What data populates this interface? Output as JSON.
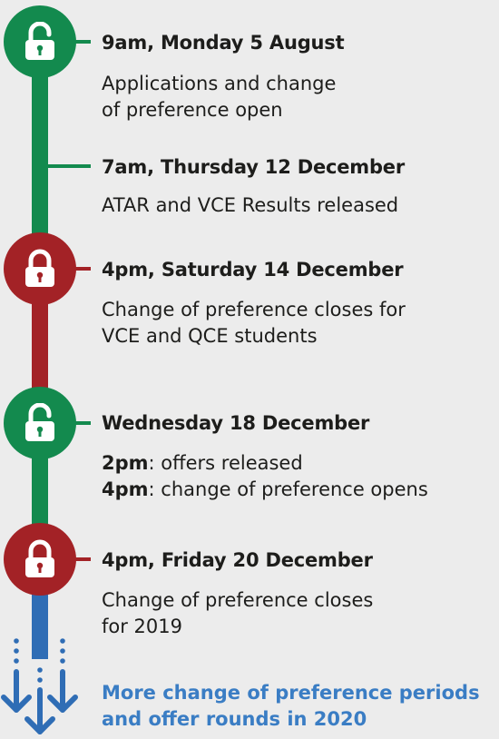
{
  "colors": {
    "background": "#ececec",
    "green": "#138a4e",
    "red": "#a32226",
    "blue": "#2f6db5",
    "text": "#1d1d1b",
    "link_text": "#3a7dc4"
  },
  "events": [
    {
      "title": "9am, Monday 5 August",
      "desc_lines": [
        "Applications and change",
        "of preference open"
      ],
      "icon": "unlocked-padlock-icon",
      "status": "open"
    },
    {
      "title": "7am, Thursday 12 December",
      "desc_lines": [
        "ATAR and VCE Results released"
      ],
      "status": "open"
    },
    {
      "title": "4pm, Saturday 14 December",
      "desc_lines": [
        "Change of preference closes for",
        "VCE and QCE students"
      ],
      "icon": "locked-padlock-icon",
      "status": "closed"
    },
    {
      "title": "Wednesday 18 December",
      "desc_rich": [
        {
          "bold": "2pm",
          "rest": ": offers released"
        },
        {
          "bold": "4pm",
          "rest": ": change of preference opens"
        }
      ],
      "icon": "unlocked-padlock-icon",
      "status": "open"
    },
    {
      "title": "4pm, Friday 20 December",
      "desc_lines": [
        "Change of preference closes",
        "for 2019"
      ],
      "icon": "locked-padlock-icon",
      "status": "closed"
    }
  ],
  "more": {
    "lines": [
      "More change of preference periods",
      "and offer rounds in 2020"
    ],
    "icon": "down-arrows-icon"
  }
}
